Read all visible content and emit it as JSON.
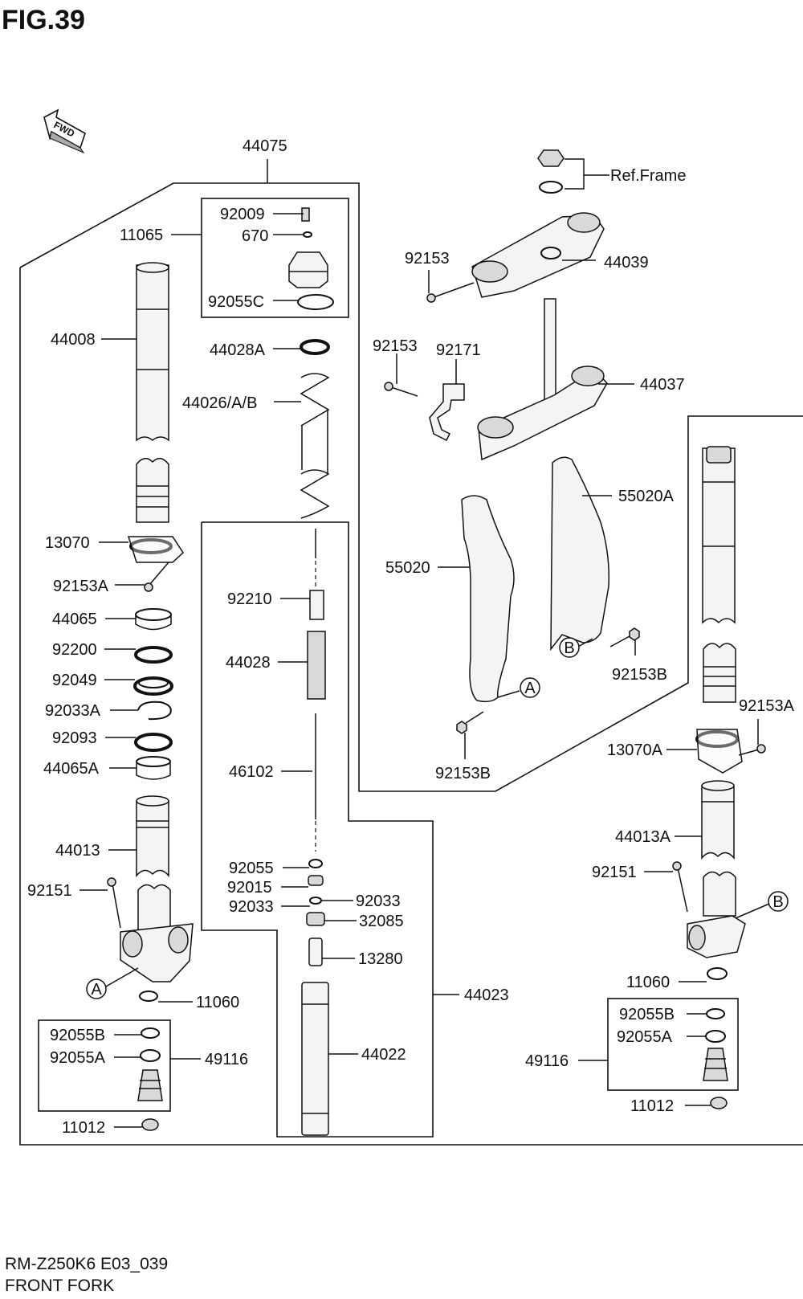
{
  "figure_title": "FIG.39",
  "footer": {
    "model_code": "RM-Z250K6 E03_039",
    "section_name": "FRONT FORK"
  },
  "fwd_label": "FWD",
  "ref_frame": "Ref.Frame",
  "callouts": {
    "a": "A",
    "b": "B"
  },
  "labels": {
    "p44075": "44075",
    "p11065": "11065",
    "p92009": "92009",
    "p670": "670",
    "p92055c": "92055C",
    "p44008": "44008",
    "p44028a": "44028A",
    "p44026": "44026/A/B",
    "p13070": "13070",
    "p92153a_l": "92153A",
    "p44065": "44065",
    "p92200": "92200",
    "p92049": "92049",
    "p92033a": "92033A",
    "p92093": "92093",
    "p44065a": "44065A",
    "p44013": "44013",
    "p92151_l": "92151",
    "p11060_l": "11060",
    "p92055b_l": "92055B",
    "p92055a_l": "92055A",
    "p49116_l": "49116",
    "p11012_l": "11012",
    "p92210": "92210",
    "p44028": "44028",
    "p46102": "46102",
    "p92055": "92055",
    "p92015": "92015",
    "p92033_l": "92033",
    "p92033_r": "92033",
    "p32085": "32085",
    "p13280": "13280",
    "p44023": "44023",
    "p44022": "44022",
    "p92153_top": "92153",
    "p44039": "44039",
    "p92153_mid": "92153",
    "p92171": "92171",
    "p44037": "44037",
    "p55020a": "55020A",
    "p55020": "55020",
    "p92153b_r": "92153B",
    "p92153b_l": "92153B",
    "p92153a_r": "92153A",
    "p13070a": "13070A",
    "p44013a": "44013A",
    "p92151_r": "92151",
    "p11060_r": "11060",
    "p92055b_r": "92055B",
    "p92055a_r": "92055A",
    "p49116_r": "49116",
    "p11012_r": "11012"
  }
}
